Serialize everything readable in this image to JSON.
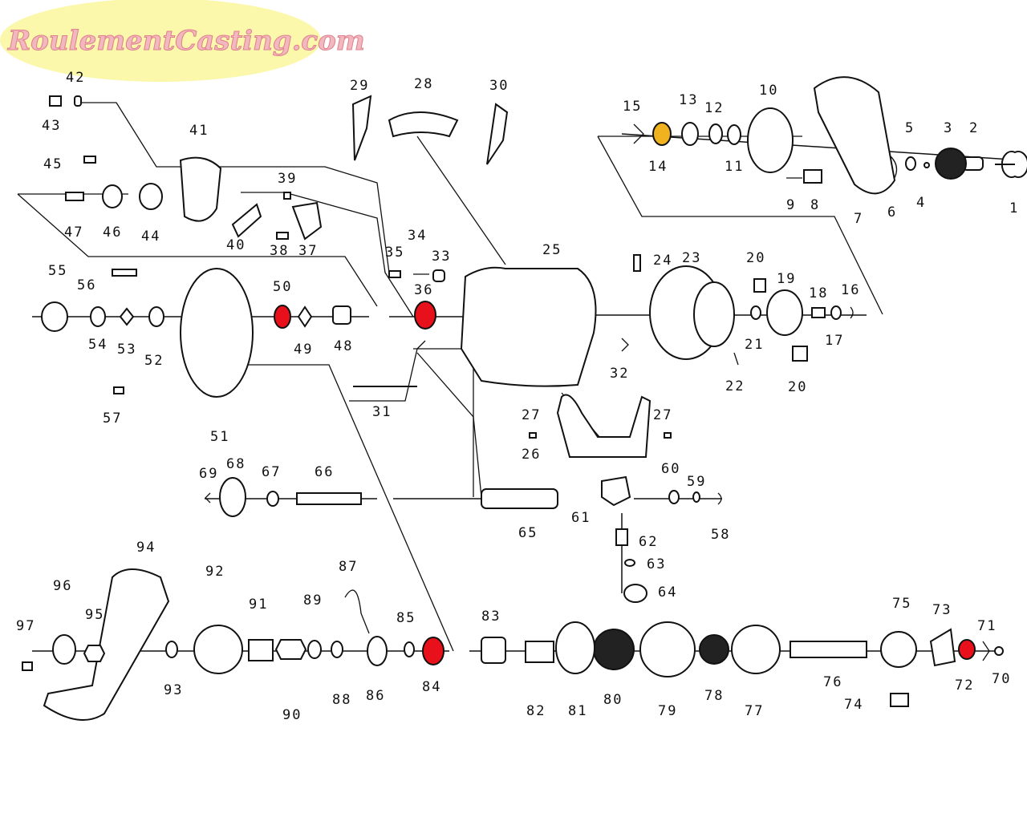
{
  "watermark": "RoulementCasting.com",
  "colors": {
    "highlight_bearing": "#e8111b",
    "highlight_gold": "#f0b21f",
    "watermark_oval": "#fbf7ab",
    "ink": "#111111"
  },
  "labels": {
    "p1": "1",
    "p2": "2",
    "p3": "3",
    "p4": "4",
    "p5": "5",
    "p6": "6",
    "p7": "7",
    "p8": "8",
    "p9": "9",
    "p10": "10",
    "p11": "11",
    "p12": "12",
    "p13": "13",
    "p14": "14",
    "p15": "15",
    "p16": "16",
    "p17": "17",
    "p18": "18",
    "p19": "19",
    "p20a": "20",
    "p20b": "20",
    "p21": "21",
    "p22": "22",
    "p23": "23",
    "p24": "24",
    "p25": "25",
    "p26": "26",
    "p27a": "27",
    "p27b": "27",
    "p28": "28",
    "p29": "29",
    "p30": "30",
    "p31": "31",
    "p32": "32",
    "p33": "33",
    "p34": "34",
    "p35": "35",
    "p36": "36",
    "p37": "37",
    "p38": "38",
    "p39": "39",
    "p40": "40",
    "p41": "41",
    "p42": "42",
    "p43": "43",
    "p44": "44",
    "p45": "45",
    "p46": "46",
    "p47": "47",
    "p48": "48",
    "p49": "49",
    "p50": "50",
    "p51": "51",
    "p52": "52",
    "p53": "53",
    "p54": "54",
    "p55": "55",
    "p56": "56",
    "p57": "57",
    "p58": "58",
    "p59": "59",
    "p60": "60",
    "p61": "61",
    "p62": "62",
    "p63": "63",
    "p64": "64",
    "p65": "65",
    "p66": "66",
    "p67": "67",
    "p68": "68",
    "p69": "69",
    "p70": "70",
    "p71": "71",
    "p72": "72",
    "p73": "73",
    "p74": "74",
    "p75": "75",
    "p76": "76",
    "p77": "77",
    "p78": "78",
    "p79": "79",
    "p80": "80",
    "p81": "81",
    "p82": "82",
    "p83": "83",
    "p84": "84",
    "p85": "85",
    "p86": "86",
    "p87": "87",
    "p88": "88",
    "p89": "89",
    "p90": "90",
    "p91": "91",
    "p92": "92",
    "p93": "93",
    "p94": "94",
    "p95": "95",
    "p96": "96",
    "p97": "97"
  }
}
